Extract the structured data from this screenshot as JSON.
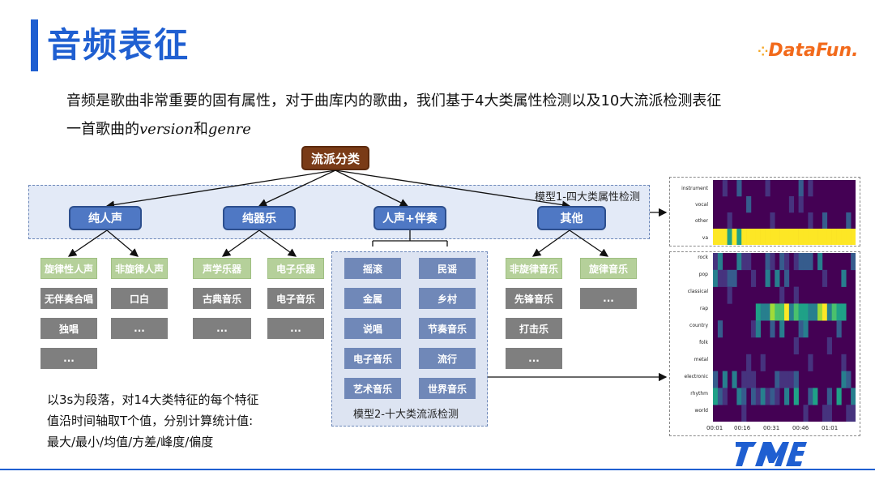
{
  "title": "音频表征",
  "logo_text": "DataFun.",
  "description": {
    "line1": "音频是歌曲非常重要的固有属性，对于曲库内的歌曲，我们基于4大类属性检测以及10大流派检测表征",
    "line2_prefix": "一首歌曲的",
    "line2_version": "version",
    "line2_and": "和",
    "line2_genre": "genre"
  },
  "diagram": {
    "root": "流派分类",
    "model1_label": "模型1-四大类属性检测",
    "model2_label": "模型2-十大类流派检测",
    "categories": [
      "纯人声",
      "纯器乐",
      "人声+伴奏",
      "其他"
    ],
    "cat1_leaves": {
      "col1": [
        "旋律性人声",
        "无伴奏合唱",
        "独唱",
        "..."
      ],
      "col2": [
        "非旋律人声",
        "口白",
        "..."
      ]
    },
    "cat2_leaves": {
      "col1": [
        "声学乐器",
        "古典音乐",
        "..."
      ],
      "col2": [
        "电子乐器",
        "电子音乐",
        "..."
      ]
    },
    "cat3_genres": {
      "col1": [
        "摇滚",
        "金属",
        "说唱",
        "电子音乐",
        "艺术音乐"
      ],
      "col2": [
        "民谣",
        "乡村",
        "节奏音乐",
        "流行",
        "世界音乐"
      ]
    },
    "cat4_leaves": {
      "col1": [
        "非旋律音乐",
        "先锋音乐",
        "打击乐",
        "..."
      ],
      "col2": [
        "旋律音乐",
        "..."
      ]
    }
  },
  "note": {
    "line1": "以3s为段落，对14大类特征的每个特征",
    "line2": "值沿时间轴取T个值，分别计算统计值:",
    "line3": "最大/最小/均值/方差/峰度/偏度"
  },
  "heatmap_top": {
    "labels": [
      "instrument",
      "vocal",
      "other",
      "va"
    ]
  },
  "heatmap_bottom": {
    "labels": [
      "rock",
      "pop",
      "classical",
      "rap",
      "country",
      "folk",
      "metal",
      "electronic",
      "rhythm",
      "world"
    ],
    "x_ticks": [
      "00:01",
      "00:16",
      "00:31",
      "00:46",
      "01:01"
    ]
  },
  "colors": {
    "accent": "#1f5fd1",
    "category": "#4f78c4",
    "root": "#7a3b17",
    "leaf_green": "#b5d09a",
    "leaf_gray": "#7f7f7f",
    "genre": "#7088b8"
  }
}
